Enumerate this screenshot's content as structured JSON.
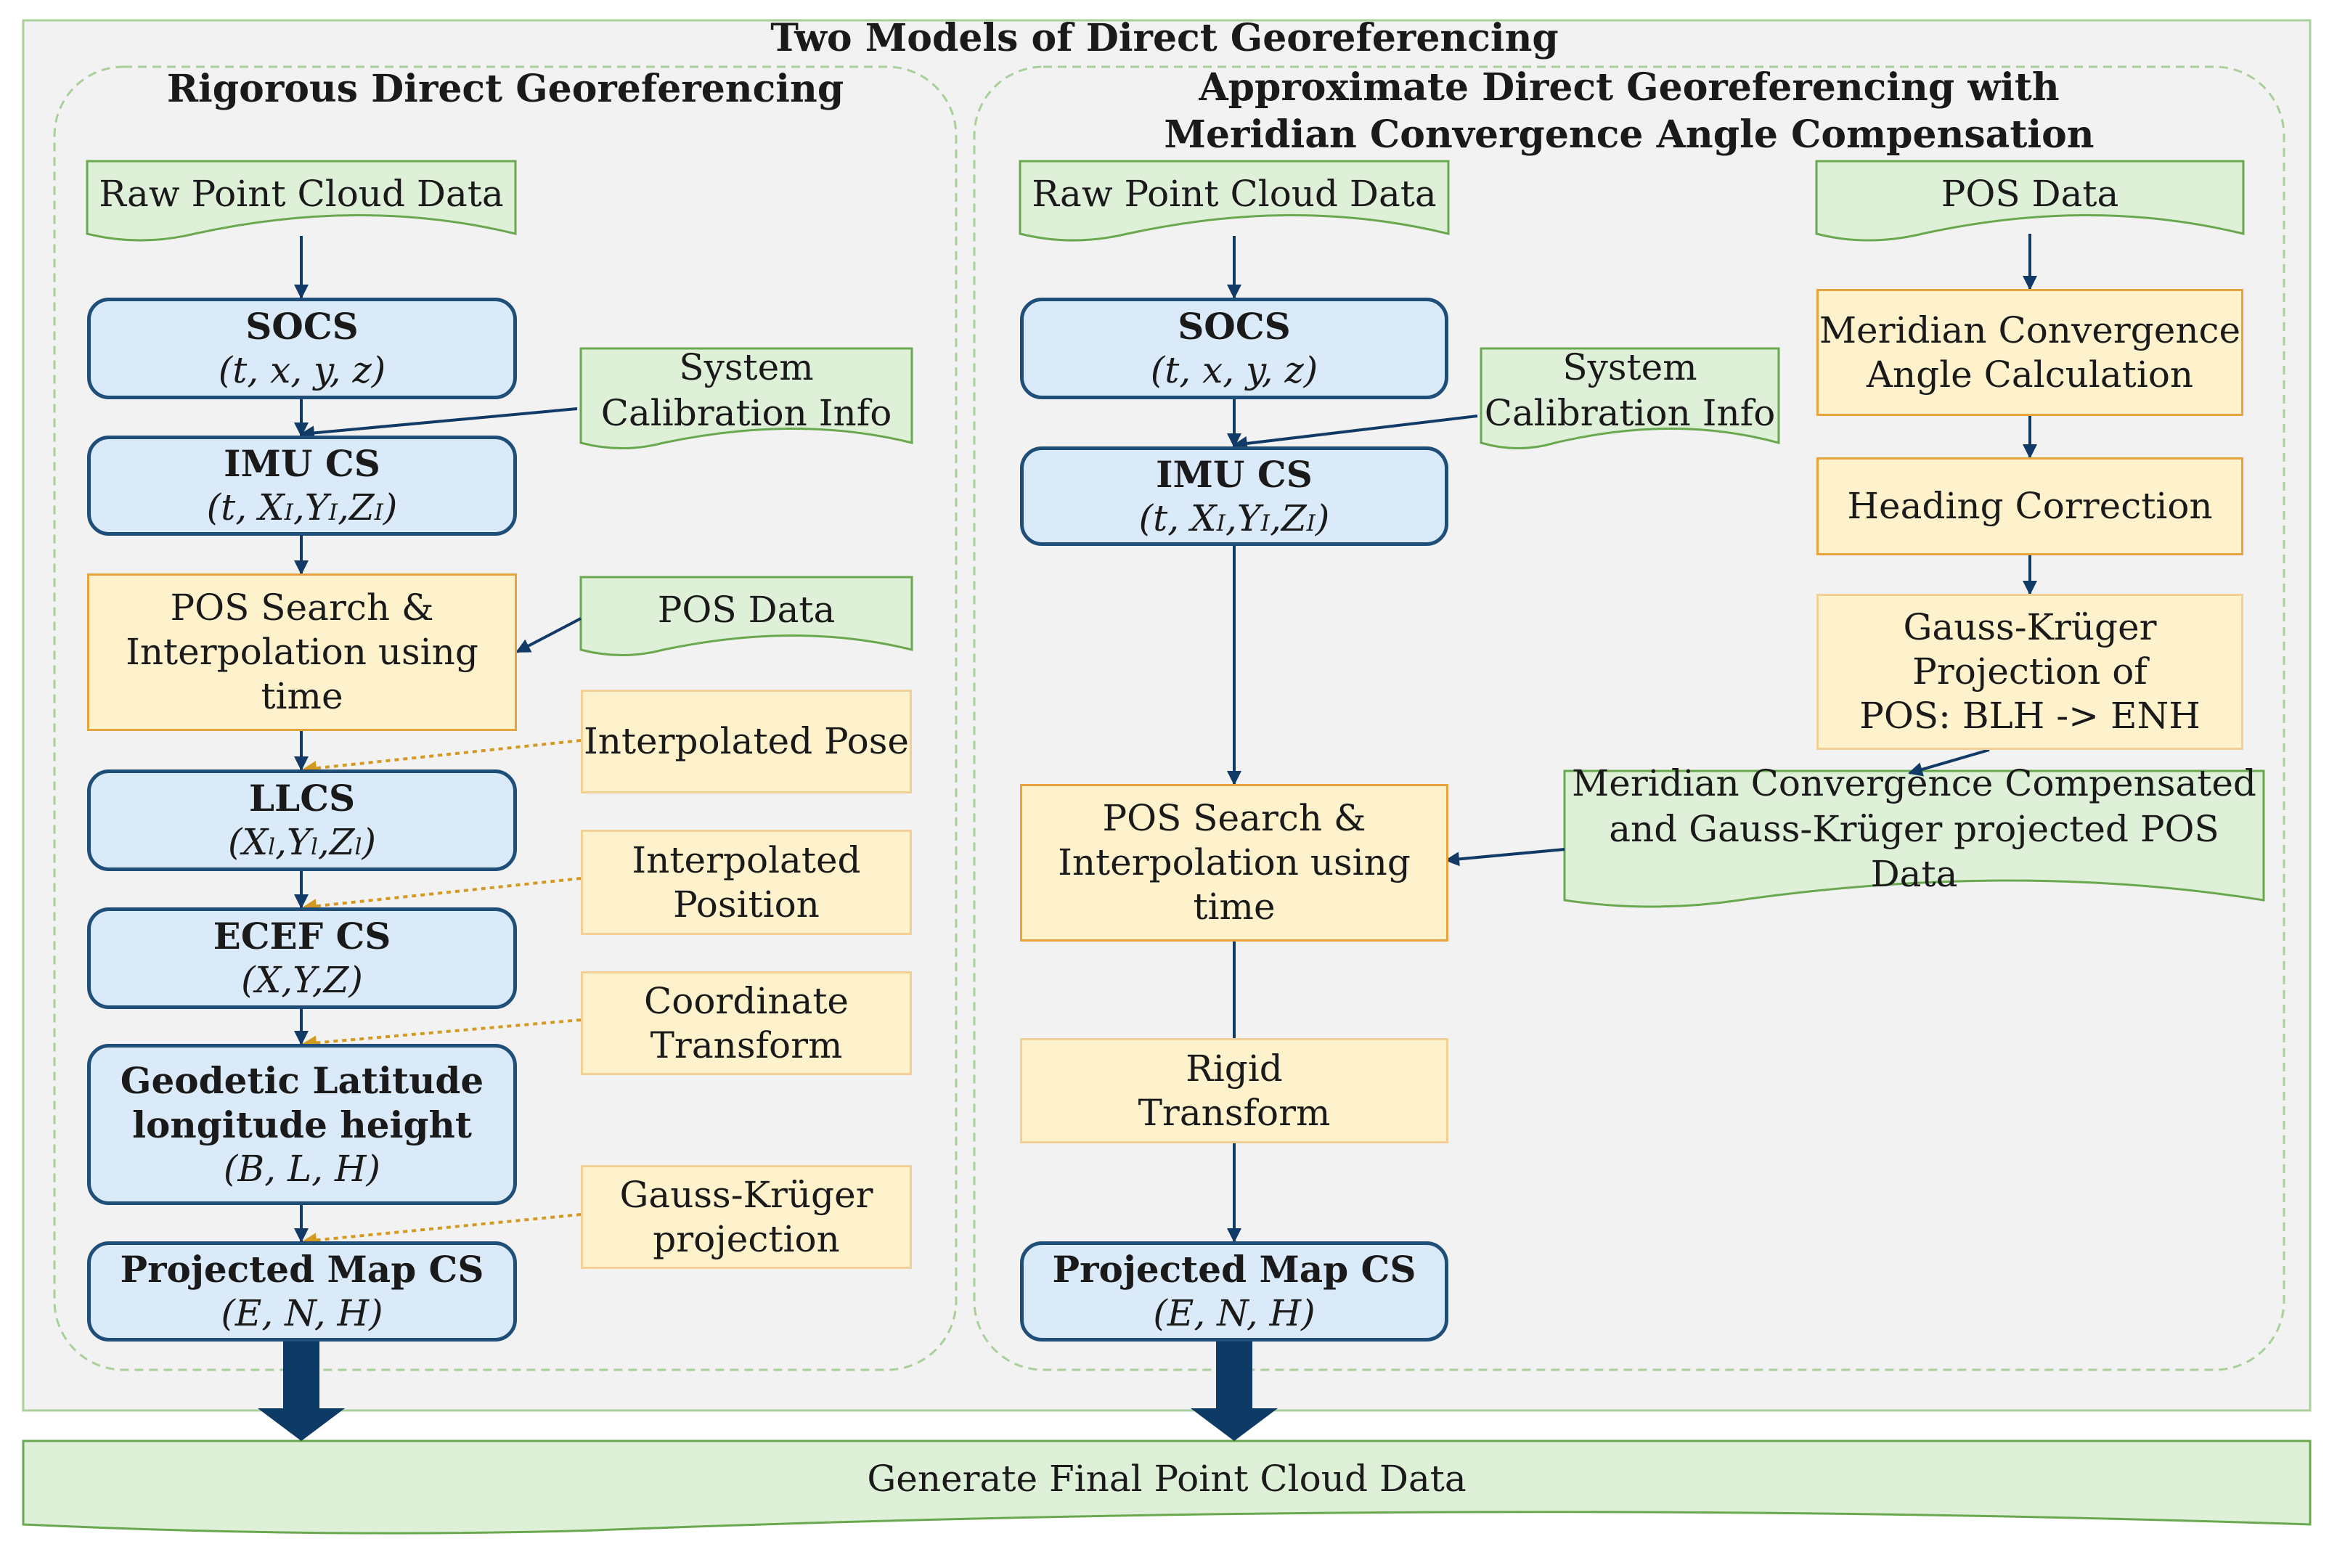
{
  "title": "Two Models of Direct Georeferencing",
  "left_panel": {
    "title": "Rigorous Direct Georeferencing",
    "raw_data": "Raw Point Cloud Data",
    "socs": {
      "title": "SOCS",
      "sub": "(t, x, y, z)"
    },
    "calib": {
      "line1": "System",
      "line2": "Calibration Info"
    },
    "imu": {
      "title": "IMU CS",
      "sub_pre": "(t, X",
      "s1": "I",
      "c1": ",Y",
      "s2": "I",
      "c2": ",Z",
      "s3": "I",
      "sub_post": ")"
    },
    "pos_search": {
      "line1": "POS Search &",
      "line2": "Interpolation using",
      "line3": "time"
    },
    "pos_data": "POS Data",
    "interp_pose": "Interpolated Pose",
    "llcs": {
      "title": "LLCS",
      "sub_pre": "(X",
      "s1": "l",
      "c1": ",Y",
      "s2": "l",
      "c2": ",Z",
      "s3": "l",
      "sub_post": ")"
    },
    "interp_pos": {
      "line1": "Interpolated",
      "line2": "Position"
    },
    "ecef": {
      "title": "ECEF CS",
      "sub": "(X,Y,Z)"
    },
    "coord_tf": {
      "line1": "Coordinate",
      "line2": "Transform"
    },
    "geodetic": {
      "line1": "Geodetic Latitude",
      "line2": "longitude height",
      "sub": "(B, L, H)"
    },
    "gk_proj": {
      "line1": "Gauss-Krüger",
      "line2": "projection"
    },
    "map": {
      "title": "Projected Map CS",
      "sub": "(E, N, H)"
    }
  },
  "right_panel": {
    "title_line1": "Approximate Direct Georeferencing with",
    "title_line2": "Meridian Convergence Angle Compensation",
    "raw_data": "Raw Point Cloud Data",
    "pos_data": "POS Data",
    "socs": {
      "title": "SOCS",
      "sub": "(t, x, y, z)"
    },
    "calib": {
      "line1": "System",
      "line2": "Calibration Info"
    },
    "mca": {
      "line1": "Meridian Convergence",
      "line2": "Angle Calculation"
    },
    "imu": {
      "title": "IMU CS",
      "sub_pre": "(t, X",
      "s1": "I",
      "c1": ",Y",
      "s2": "I",
      "c2": ",Z",
      "s3": "I",
      "sub_post": ")"
    },
    "heading": "Heading Correction",
    "gk": {
      "line1": "Gauss-Krüger",
      "line2": "Projection of",
      "line3": "POS: BLH -> ENH"
    },
    "pos_search": {
      "line1": "POS Search &",
      "line2": "Interpolation using",
      "line3": "time"
    },
    "compensated": {
      "line1": "Meridian Convergence Compensated",
      "line2": "and Gauss-Krüger projected POS Data"
    },
    "rigid": {
      "line1": "Rigid",
      "line2": "Transform"
    },
    "map": {
      "title": "Projected Map CS",
      "sub": "(E, N, H)"
    }
  },
  "final": "Generate Final Point Cloud Data"
}
